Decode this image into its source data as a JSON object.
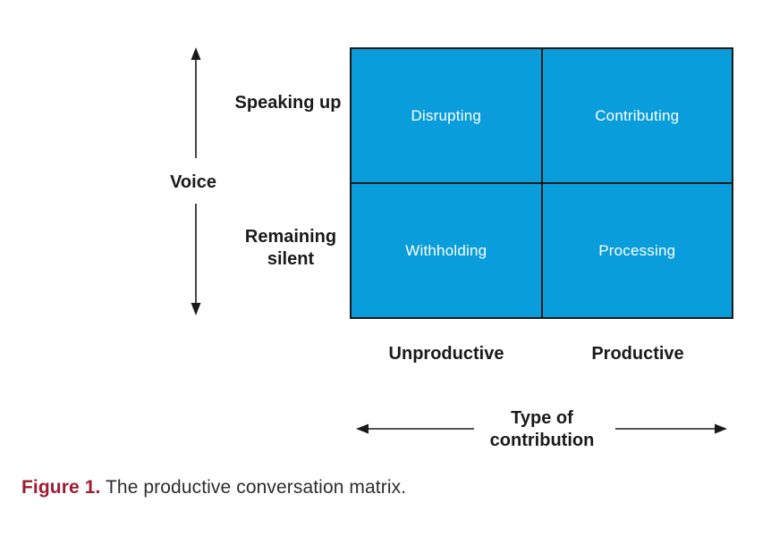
{
  "figure": {
    "caption_label": "Figure 1.",
    "caption_text": "The productive conversation matrix."
  },
  "matrix": {
    "fill_color": "#0a9ddc",
    "border_color": "#1a1a1a",
    "text_color": "#ffffff",
    "cells": [
      {
        "position": "top-left",
        "label": "Disrupting"
      },
      {
        "position": "top-right",
        "label": "Contributing"
      },
      {
        "position": "bottom-left",
        "label": "Withholding"
      },
      {
        "position": "bottom-right",
        "label": "Processing"
      }
    ]
  },
  "vertical_axis": {
    "title": "Voice",
    "high_label": "Speaking up",
    "low_label": "Remaining silent"
  },
  "horizontal_axis": {
    "title": "Type of contribution",
    "left_label": "Unproductive",
    "right_label": "Productive"
  },
  "colors": {
    "caption_label_red": "#9e1b32",
    "label_text": "#1a1a1a"
  },
  "icons": {
    "vertical_double_arrow": "up-down-arrow-icon",
    "horizontal_double_arrow": "left-right-arrow-icon"
  }
}
